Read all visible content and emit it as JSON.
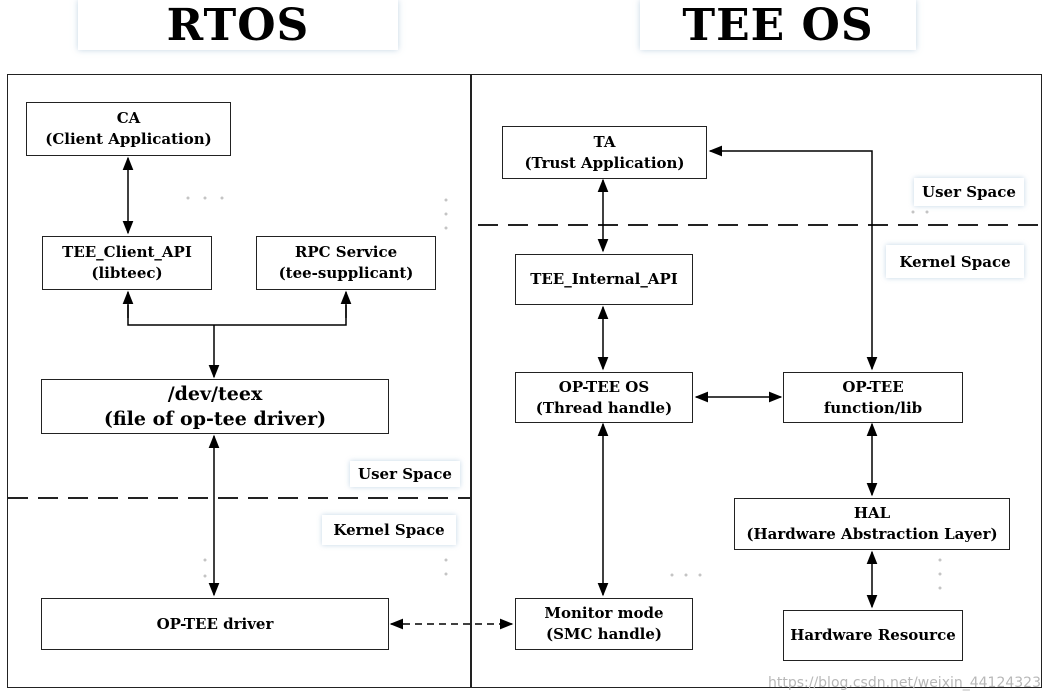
{
  "titles": {
    "left": "RTOS",
    "right": "TEE OS"
  },
  "rtos": {
    "ca": {
      "line1": "CA",
      "line2": "(Client Application)"
    },
    "client_api": {
      "line1": "TEE_Client_API",
      "line2": "(libteec)"
    },
    "rpc": {
      "line1": "RPC Service",
      "line2": "(tee-supplicant)"
    },
    "dev": {
      "line1": "/dev/teex",
      "line2": "(file of op-tee driver)"
    },
    "driver": {
      "line1": "OP-TEE driver"
    },
    "user_space": "User Space",
    "kernel_space": "Kernel Space"
  },
  "tee": {
    "ta": {
      "line1": "TA",
      "line2": "(Trust Application)"
    },
    "internal_api": {
      "line1": "TEE_Internal_API"
    },
    "os": {
      "line1": "OP-TEE OS",
      "line2": "(Thread handle)"
    },
    "lib": {
      "line1": "OP-TEE",
      "line2": "function/lib"
    },
    "hal": {
      "line1": "HAL",
      "line2": "(Hardware Abstraction Layer)"
    },
    "monitor": {
      "line1": "Monitor mode",
      "line2": "(SMC handle)"
    },
    "hw": {
      "line1": "Hardware Resource"
    },
    "user_space": "User Space",
    "kernel_space": "Kernel Space"
  },
  "watermark": "https://blog.csdn.net/weixin_44124323"
}
